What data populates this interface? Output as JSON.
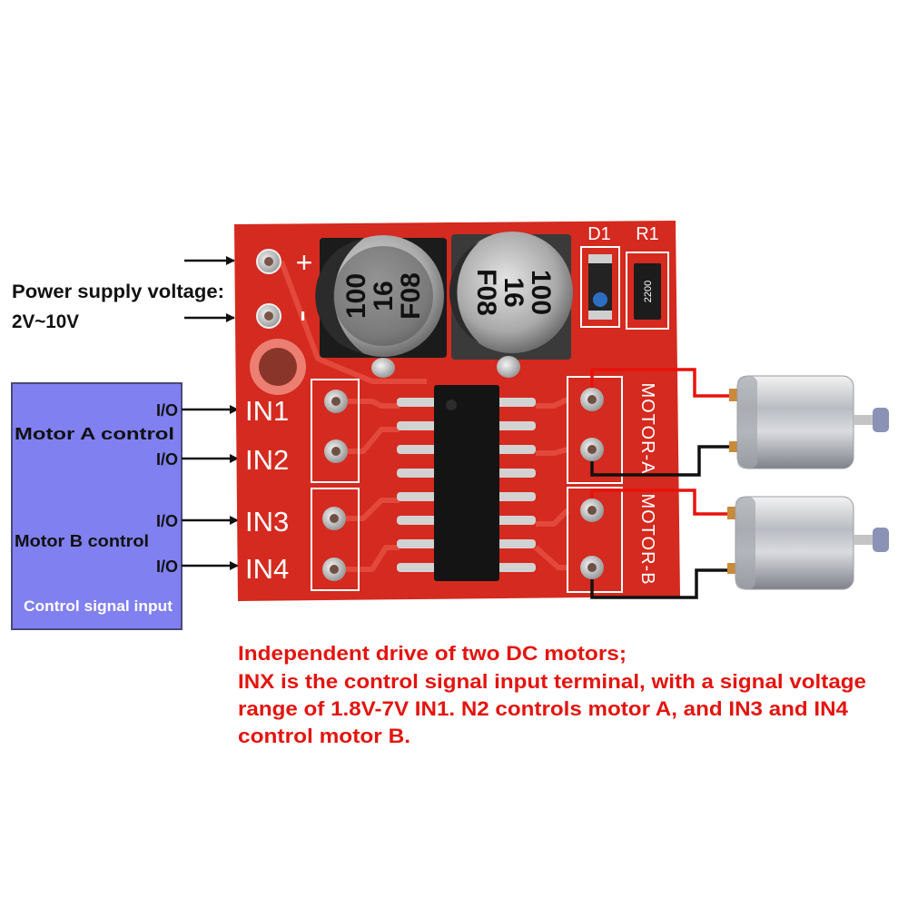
{
  "power": {
    "label": "Power supply voltage:",
    "range": "2V~10V"
  },
  "board": {
    "plus": "+",
    "minus": "-",
    "d1": "D1",
    "r1": "R1",
    "resistor_code": "2200",
    "capacitor1": [
      "100",
      "16",
      "F08"
    ],
    "capacitor2": [
      "100",
      "16",
      "F08"
    ],
    "inputs": [
      "IN1",
      "IN2",
      "IN3",
      "IN4"
    ],
    "motor_a": "MOTOR-A",
    "motor_b": "MOTOR-B"
  },
  "control_box": {
    "io": [
      "I/O",
      "I/O",
      "I/O",
      "I/O"
    ],
    "motor_a": "Motor A control",
    "motor_b": "Motor B control",
    "footer": "Control signal input"
  },
  "description": [
    "Independent drive of two DC motors;",
    "INX is the control signal input terminal, with a signal voltage",
    "range of 1.8V-7V IN1. N2 controls motor A, and IN3 and IN4",
    "control motor B."
  ],
  "colors": {
    "board": "#d42a1f",
    "control_box": "#8080f0",
    "description_text": "#e3140f",
    "positive_wire": "#e8120c",
    "negative_wire": "#111111"
  }
}
